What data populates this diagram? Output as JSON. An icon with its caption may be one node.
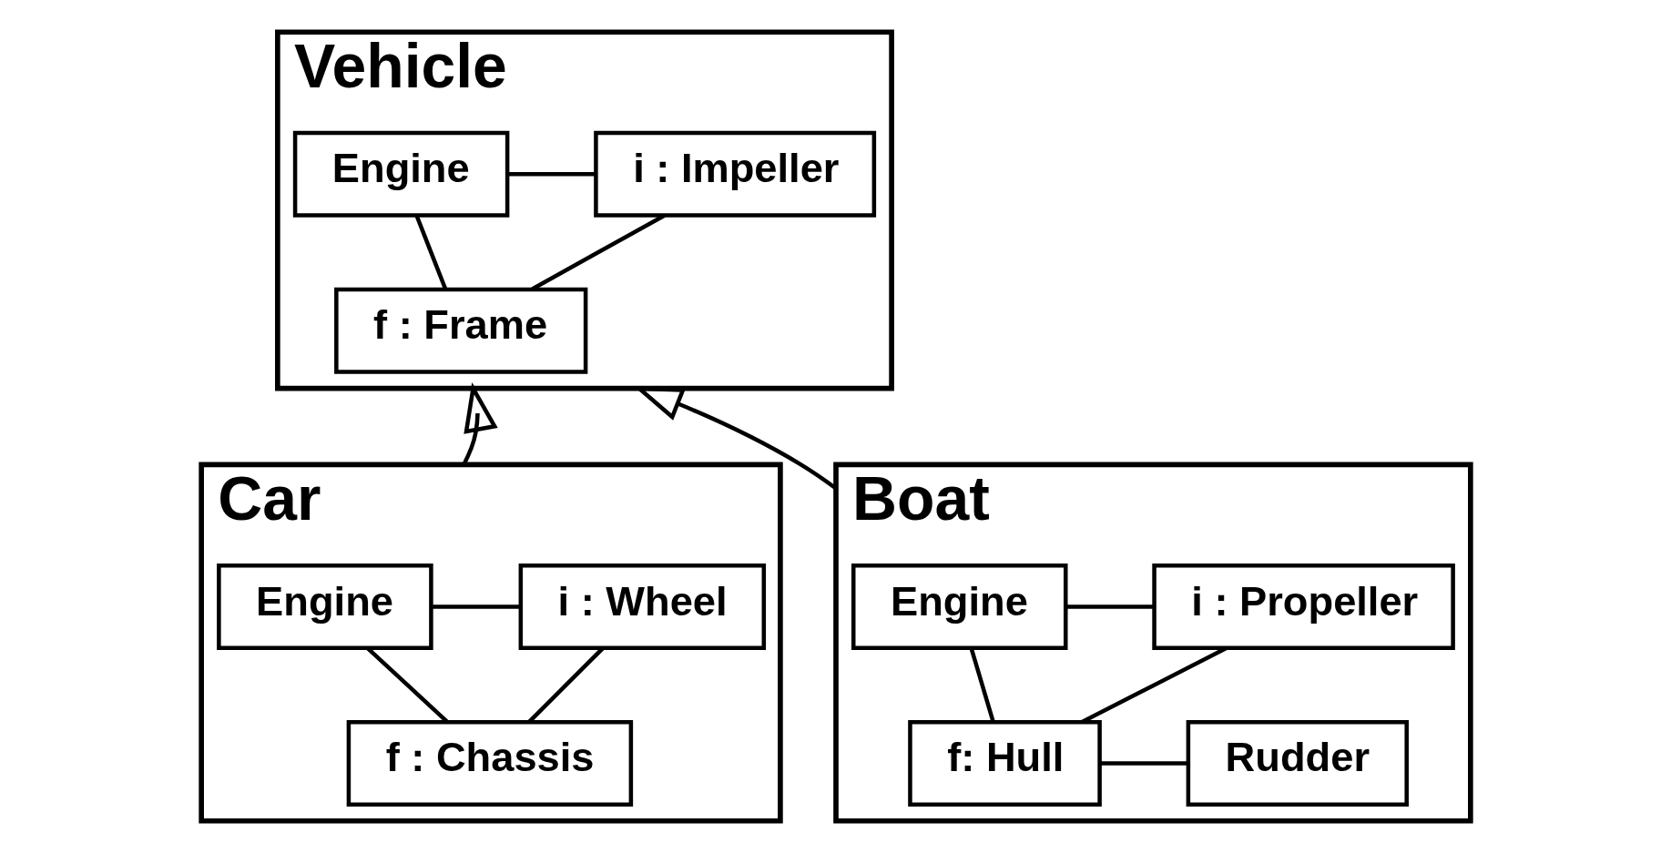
{
  "diagram": {
    "nodes": [
      {
        "text": [
          "Vehicle"
        ]
      },
      {
        "text": [
          "Engine"
        ],
        "in": 0
      },
      {
        "text": [
          "i : Impeller"
        ],
        "in": 0
      },
      {
        "text": [
          "f : Frame"
        ],
        "in": 0
      },
      {
        "text": [
          "Car"
        ]
      },
      {
        "text": [
          "Engine"
        ],
        "in": 4
      },
      {
        "text": [
          "i : Wheel"
        ],
        "in": 4
      },
      {
        "text": [
          "f : Chassis"
        ],
        "in": 4
      },
      {
        "text": [
          "Boat"
        ]
      },
      {
        "text": [
          "Engine"
        ],
        "in": 8
      },
      {
        "text": [
          "i : Propeller"
        ],
        "in": 8
      },
      {
        "text": [
          "f: Hull"
        ],
        "in": 8
      },
      {
        "text": [
          "Rudder"
        ],
        "in": 8
      }
    ],
    "edges": [
      {
        "from": 1,
        "to": 2,
        "arrow": "none"
      },
      {
        "from": 1,
        "to": 3,
        "arrow": "none"
      },
      {
        "from": 2,
        "to": 3,
        "arrow": "none"
      },
      {
        "from": 5,
        "to": 6,
        "arrow": "none"
      },
      {
        "from": 5,
        "to": 7,
        "arrow": "none"
      },
      {
        "from": 6,
        "to": 7,
        "arrow": "none"
      },
      {
        "from": 9,
        "to": 10,
        "arrow": "none"
      },
      {
        "from": 9,
        "to": 11,
        "arrow": "none"
      },
      {
        "from": 10,
        "to": 11,
        "arrow": "none"
      },
      {
        "from": 11,
        "to": 12,
        "arrow": "none"
      },
      {
        "from": 4,
        "to": 0,
        "arrow": "to"
      },
      {
        "from": 8,
        "to": 0,
        "arrow": "to"
      }
    ]
  }
}
